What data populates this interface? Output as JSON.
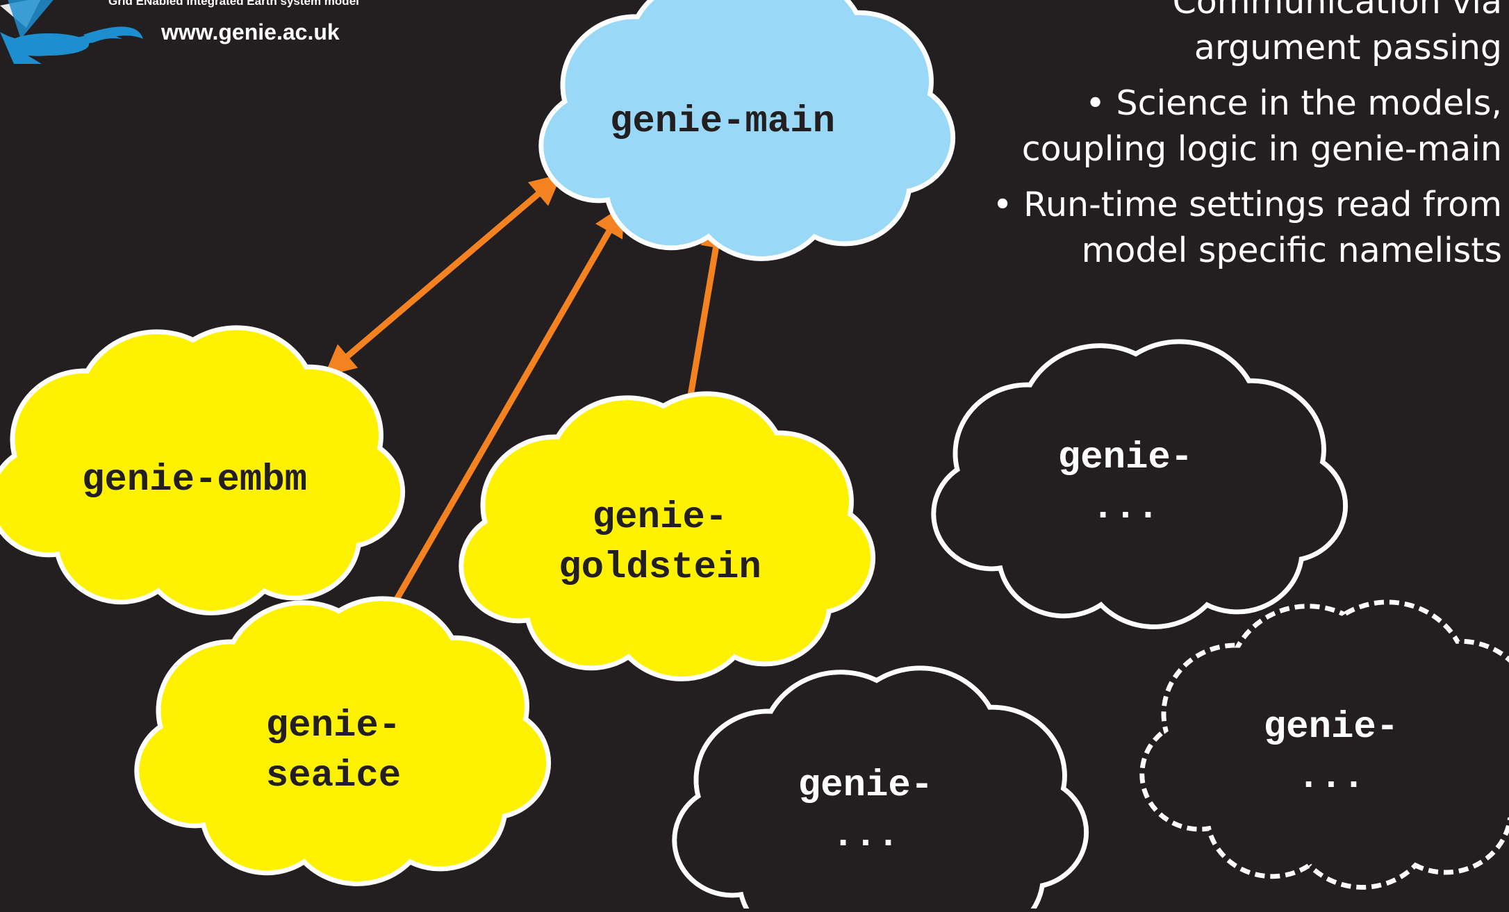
{
  "header": {
    "tagline": "Grid ENabled Integrated Earth system model",
    "url": "www.genie.ac.uk"
  },
  "bullets": [
    {
      "id": "b1",
      "lines": [
        "Communication via",
        "argument passing"
      ]
    },
    {
      "id": "b2",
      "lines": [
        "• Science in the models,",
        "coupling logic in genie-main"
      ]
    },
    {
      "id": "b3",
      "lines": [
        "• Run-time settings read from",
        "model specific namelists"
      ]
    }
  ],
  "clouds": {
    "main": {
      "lines": [
        "genie-main"
      ],
      "color": "#99d9f7"
    },
    "embm": {
      "lines": [
        "genie-embm"
      ],
      "color": "#fff200"
    },
    "goldstein": {
      "lines": [
        "genie-",
        "goldstein"
      ],
      "color": "#fff200"
    },
    "seaice": {
      "lines": [
        "genie-",
        "seaice"
      ],
      "color": "#fff200"
    },
    "other_1": {
      "lines": [
        "genie-",
        "..."
      ],
      "color": "#231f20"
    },
    "other_2": {
      "lines": [
        "genie-",
        "..."
      ],
      "color": "#231f20"
    },
    "other_3": {
      "lines": [
        "genie-",
        "..."
      ],
      "color": "#231f20"
    }
  },
  "colors": {
    "background": "#231f20",
    "arrow": "#f58220",
    "outline": "#ffffff",
    "logo_blue": "#1d8fd0"
  }
}
